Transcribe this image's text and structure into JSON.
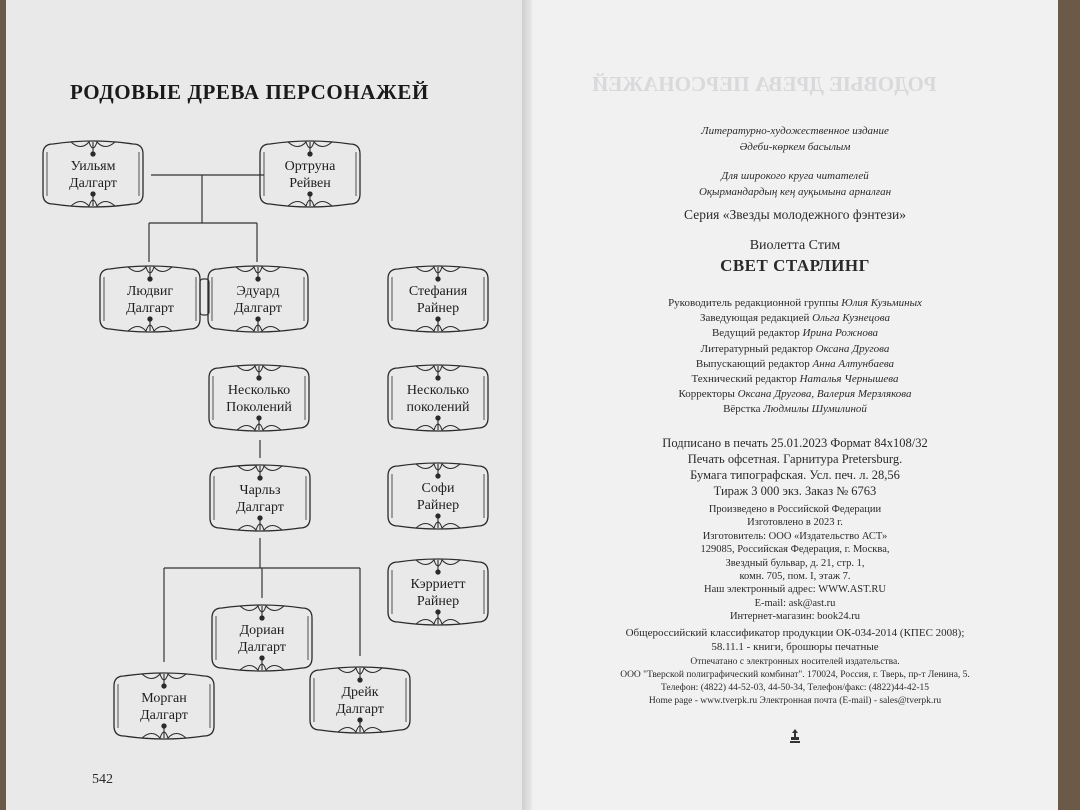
{
  "left_page": {
    "title": "РОДОВЫЕ ДРЕВА ПЕРСОНАЖЕЙ",
    "page_number": "542",
    "nodes": {
      "uilyam": [
        "Уильям",
        "Далгарт"
      ],
      "ortruna": [
        "Ортруна",
        "Рейвен"
      ],
      "lyudvig": [
        "Людвиг",
        "Далгарт"
      ],
      "eduard": [
        "Эдуард",
        "Далгарт"
      ],
      "neskolko1": [
        "Несколько",
        "Поколений"
      ],
      "charlz": [
        "Чарльз",
        "Далгарт"
      ],
      "dorian": [
        "Дориан",
        "Далгарт"
      ],
      "morgan": [
        "Морган",
        "Далгарт"
      ],
      "dreik": [
        "Дрейк",
        "Далгарт"
      ],
      "stefaniya": [
        "Стефания",
        "Райнер"
      ],
      "neskolko2": [
        "Несколько",
        "поколений"
      ],
      "sofi": [
        "Софи",
        "Райнер"
      ],
      "kerriett": [
        "Кэрриетт",
        "Райнер"
      ]
    }
  },
  "right_page": {
    "ghost_text": "РОДОВЫЕ ДРЕВА ПЕРСОНАЖЕЙ",
    "edition": "Литературно-художественное издание",
    "edition_kz": "Әдеби-көркем басылым",
    "audience": "Для широкого круга читателей",
    "audience_kz": "Оқырмандардың кең ауқымына арналған",
    "series": "Серия «Звезды молодежного фэнтези»",
    "author": "Виолетта Стим",
    "book_title": "СВЕТ СТАРЛИНГ",
    "staff": [
      {
        "role": "Руководитель редакционной группы",
        "name": "Юлия Кузьминых"
      },
      {
        "role": "Заведующая редакцией",
        "name": "Ольга Кузнецова"
      },
      {
        "role": "Ведущий редактор",
        "name": "Ирина Рожнова"
      },
      {
        "role": "Литературный редактор",
        "name": "Оксана Другова"
      },
      {
        "role": "Выпускающий редактор",
        "name": "Анна Алтунбаева"
      },
      {
        "role": "Технический редактор",
        "name": "Наталья Чернышева"
      },
      {
        "role": "Корректоры",
        "name": "Оксана Другова, Валерия Мерзлякова"
      },
      {
        "role": "Вёрстка",
        "name": "Людмилы Шумилиной"
      }
    ],
    "print_info": [
      "Подписано в печать 25.01.2023 Формат 84x108/32",
      "Печать офсетная. Гарнитура Pretersburg.",
      "Бумага типографская. Усл. печ. л. 28,56",
      "Тираж 3 000 экз. Заказ № 6763"
    ],
    "publisher_info": [
      "Произведено в Российской Федерации",
      "Изготовлено в 2023 г.",
      "Изготовитель: ООО «Издательство АСТ»",
      "129085, Российская Федерация, г. Москва,",
      "Звездный бульвар, д. 21, стр. 1,",
      "комн. 705, пом. I, этаж 7.",
      "Наш электронный адрес: WWW.AST.RU",
      "E-mail: ask@ast.ru",
      "Интернет-магазин: book24.ru"
    ],
    "classifier": [
      "Общероссийский классификатор продукции ОК-034-2014 (КПЕС 2008);",
      "58.11.1 - книги, брошюры печатные"
    ],
    "printer_info": [
      "Отпечатано с электронных носителей издательства.",
      "ООО \"Тверской полиграфический комбинат\". 170024, Россия, г. Тверь, пр-т Ленина, 5.",
      "Телефон: (4822) 44-52-03, 44-50-34, Телефон/факс: (4822)44-42-15",
      "Home page - www.tverpk.ru Электронная почта (E-mail) - sales@tverpk.ru"
    ]
  }
}
